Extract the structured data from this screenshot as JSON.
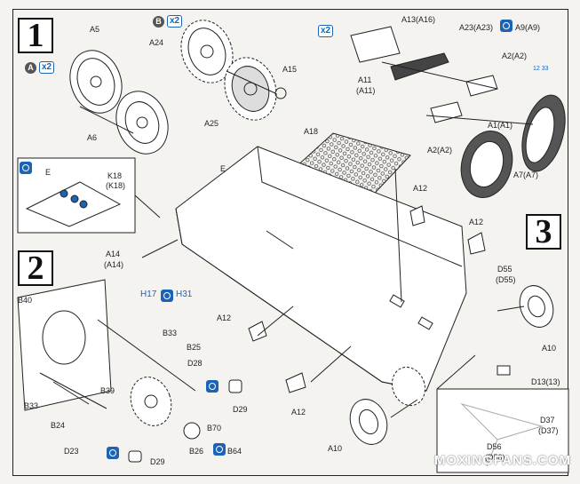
{
  "steps": {
    "s1": "1",
    "s2": "2",
    "s3": "3"
  },
  "qty_badges": {
    "a": "A",
    "a_qty": "x2",
    "b": "B",
    "b_qty": "x2",
    "right_qty": "x2"
  },
  "labels": {
    "A5": "A5",
    "A6": "A6",
    "A24": "A24",
    "A25": "A25",
    "A15": "A15",
    "A13": "A13(A16)",
    "A23": "A23(A23)",
    "A9": "A9(A9)",
    "A2a": "A2(A2)",
    "A11": "A11",
    "A11b": "(A11)",
    "A1": "A1(A1)",
    "A2b": "A2(A2)",
    "A7": "A7(A7)",
    "A18": "A18",
    "E_main": "E",
    "E_inset": "E",
    "K18": "K18",
    "K18b": "(K18)",
    "A12a": "A12",
    "A12b": "A12",
    "A12c": "A12",
    "A12d": "A12",
    "A14": "A14",
    "A14b": "(A14)",
    "H17": "H17",
    "H31": "H31",
    "B40": "B40",
    "B33a": "B33",
    "B25": "B25",
    "D28": "D28",
    "B39": "B39",
    "D29a": "D29",
    "B33b": "B33",
    "B24": "B24",
    "B70": "B70",
    "D23": "D23",
    "B26": "B26",
    "B64": "B64",
    "D29b": "D29",
    "D55": "D55",
    "D55b": "(D55)",
    "A10a": "A10",
    "A10b": "A10",
    "D13": "D13(13)",
    "D37": "D37",
    "D37b": "(D37)",
    "D56": "D56",
    "D56b": "(D56)",
    "inset_num": "12",
    "inset_num2": "33"
  },
  "watermark": "MOXINGFANS.COM",
  "colors": {
    "ink": "#222222",
    "accent": "#1b63b5",
    "paper": "#f4f3ef"
  }
}
